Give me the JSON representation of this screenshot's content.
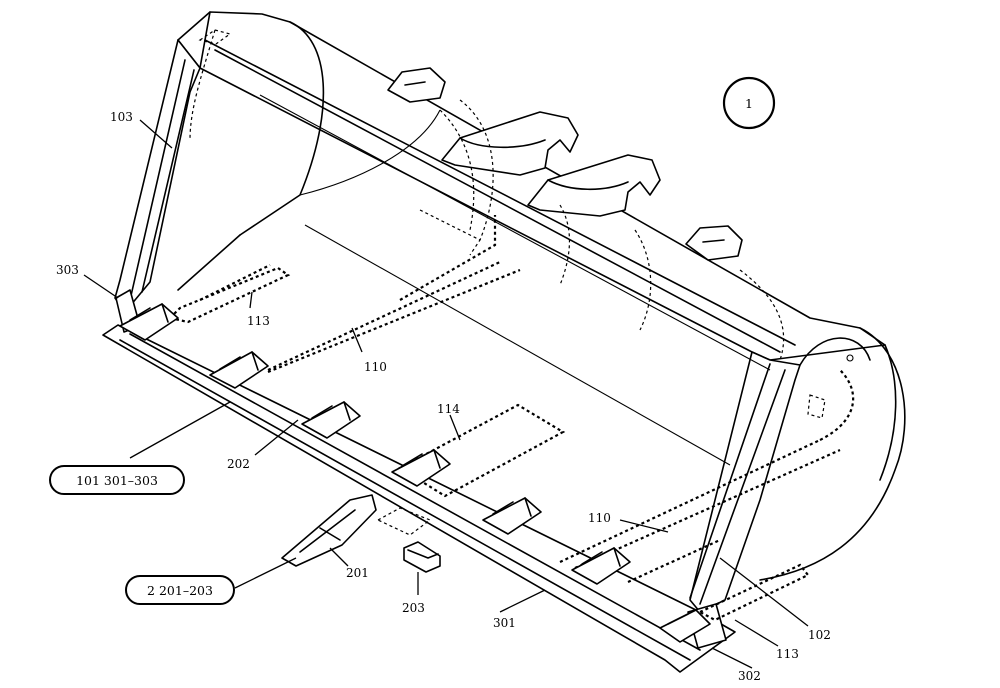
{
  "drawing": {
    "sheet_number": "1",
    "labels": {
      "l103": "103",
      "l303": "303",
      "l113a": "113",
      "l110a": "110",
      "l114": "114",
      "l202": "202",
      "l110b": "110",
      "l201": "201",
      "l203": "203",
      "l301": "301",
      "l102": "102",
      "l113b": "113",
      "l302": "302"
    },
    "groups": [
      {
        "text": "101 301–303"
      },
      {
        "text": "2 201–203"
      }
    ]
  }
}
